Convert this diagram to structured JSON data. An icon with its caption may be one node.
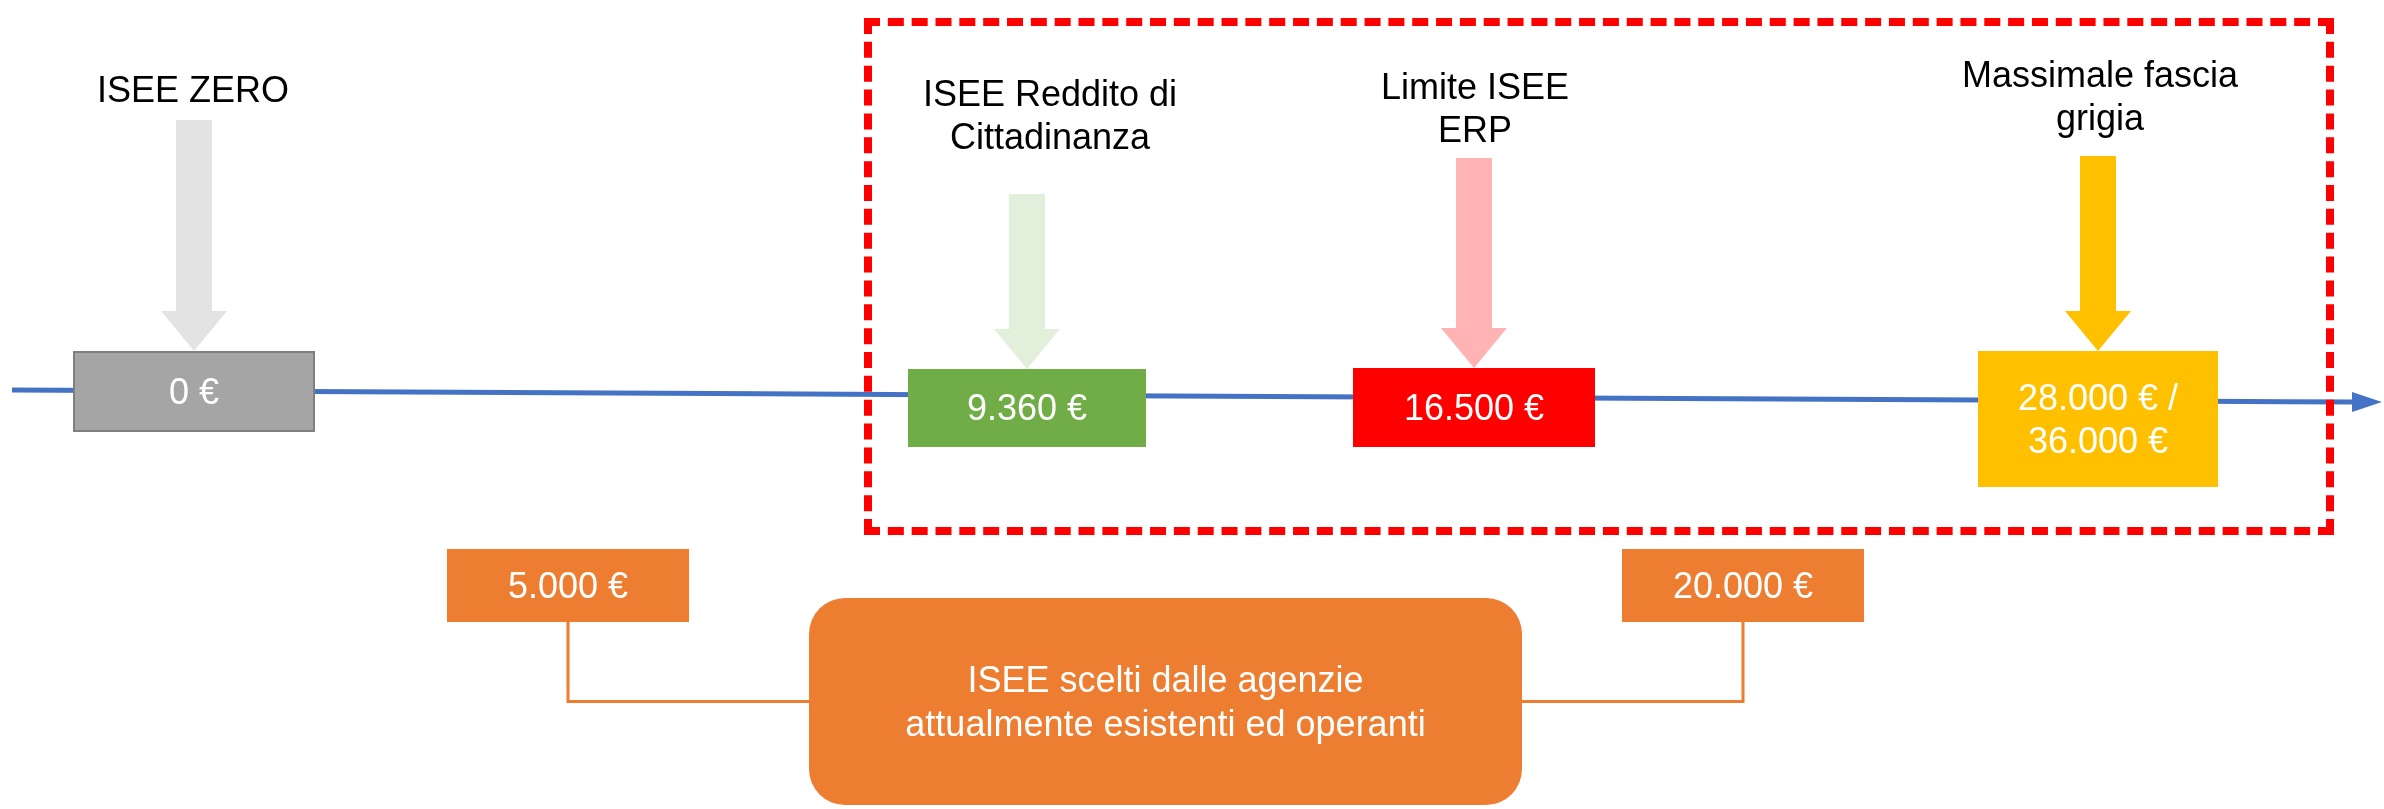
{
  "diagram": {
    "nodes": [
      {
        "text": [
          "ISEE ZERO"
        ]
      },
      {
        "text": [
          "0 €"
        ]
      },
      {
        "text": [],
        "shape": "box"
      },
      {
        "text": [
          "ISEE Reddito di Cittadinanza"
        ],
        "in": 2
      },
      {
        "text": [
          "9.360 €"
        ],
        "in": 2
      },
      {
        "text": [
          "Limite ISEE ERP"
        ],
        "in": 2
      },
      {
        "text": [
          "16.500 €"
        ],
        "in": 2
      },
      {
        "text": [
          "Massimale fascia grigia"
        ],
        "in": 2
      },
      {
        "text": [
          "28.000 € / 36.000 €"
        ],
        "in": 2
      },
      {
        "text": [
          "5.000 €"
        ]
      },
      {
        "text": [
          "20.000 €"
        ]
      },
      {
        "text": [
          "ISEE scelti dalle agenzie attualmente esistenti ed operanti"
        ]
      }
    ],
    "edges": [
      {
        "from": 0,
        "to": 1,
        "arrow": "to",
        "color": "#e3e3e3"
      },
      {
        "from": 3,
        "to": 4,
        "arrow": "to",
        "color": "#e2efda"
      },
      {
        "from": 5,
        "to": 6,
        "arrow": "to",
        "color": "#ffb3b3"
      },
      {
        "from": 7,
        "to": 8,
        "arrow": "to",
        "color": "#ffc000"
      },
      {
        "from": 11,
        "to": 9,
        "arrow": "none",
        "color": "#ed7d31"
      },
      {
        "from": 11,
        "to": 10,
        "arrow": "none",
        "color": "#ed7d31"
      }
    ]
  }
}
